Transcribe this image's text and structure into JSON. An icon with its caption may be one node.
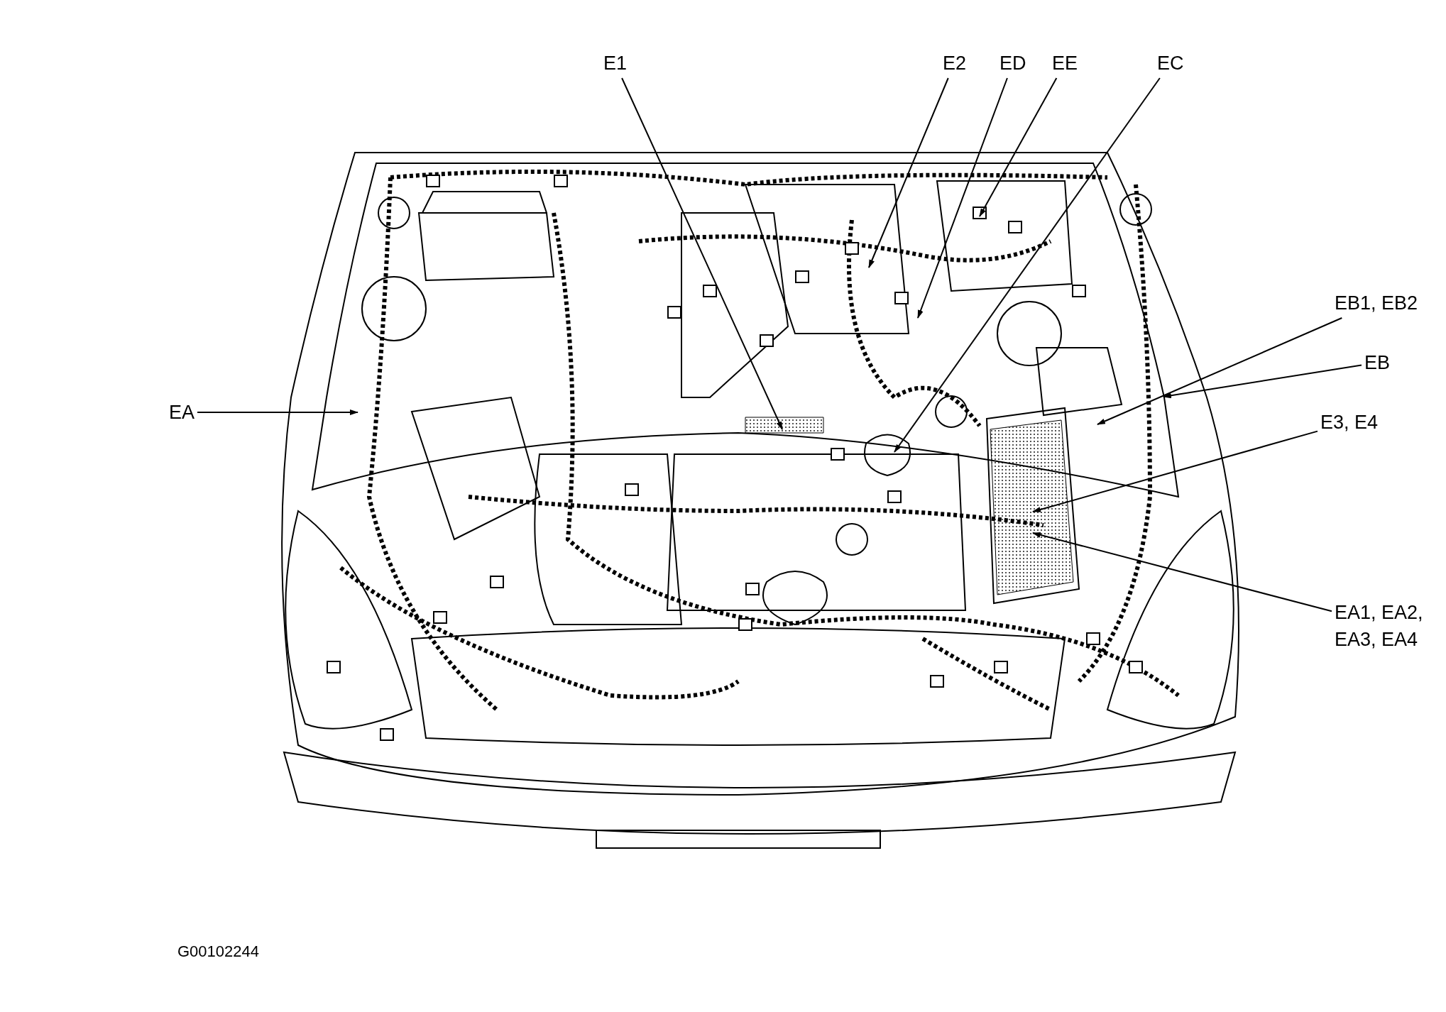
{
  "diagram": {
    "nodes": [
      {
        "text": [
          "E1"
        ]
      },
      {
        "text": [
          "E2"
        ]
      },
      {
        "text": [
          "ED"
        ]
      },
      {
        "text": [
          "EE"
        ]
      },
      {
        "text": [
          "EC"
        ]
      },
      {
        "text": [
          "EB1, EB2"
        ]
      },
      {
        "text": [
          "EA"
        ]
      },
      {
        "text": [
          "EB"
        ]
      },
      {
        "text": [
          "E3, E4"
        ]
      },
      {
        "text": [
          "EA1, EA2, EA3, EA4"
        ]
      }
    ],
    "edges": [
      {
        "from": 0,
        "to": null,
        "arrow": "to"
      },
      {
        "from": 1,
        "to": null,
        "arrow": "to"
      },
      {
        "from": 2,
        "to": null,
        "arrow": "to"
      },
      {
        "from": 3,
        "to": null,
        "arrow": "to"
      },
      {
        "from": 4,
        "to": null,
        "arrow": "to"
      },
      {
        "from": 5,
        "to": null,
        "arrow": "to"
      },
      {
        "from": 6,
        "to": null,
        "arrow": "to"
      },
      {
        "from": 7,
        "to": null,
        "arrow": "to"
      },
      {
        "from": 8,
        "to": null,
        "arrow": "to"
      },
      {
        "from": 9,
        "to": null,
        "arrow": "to"
      }
    ],
    "labels": [
      "G00102244"
    ]
  }
}
